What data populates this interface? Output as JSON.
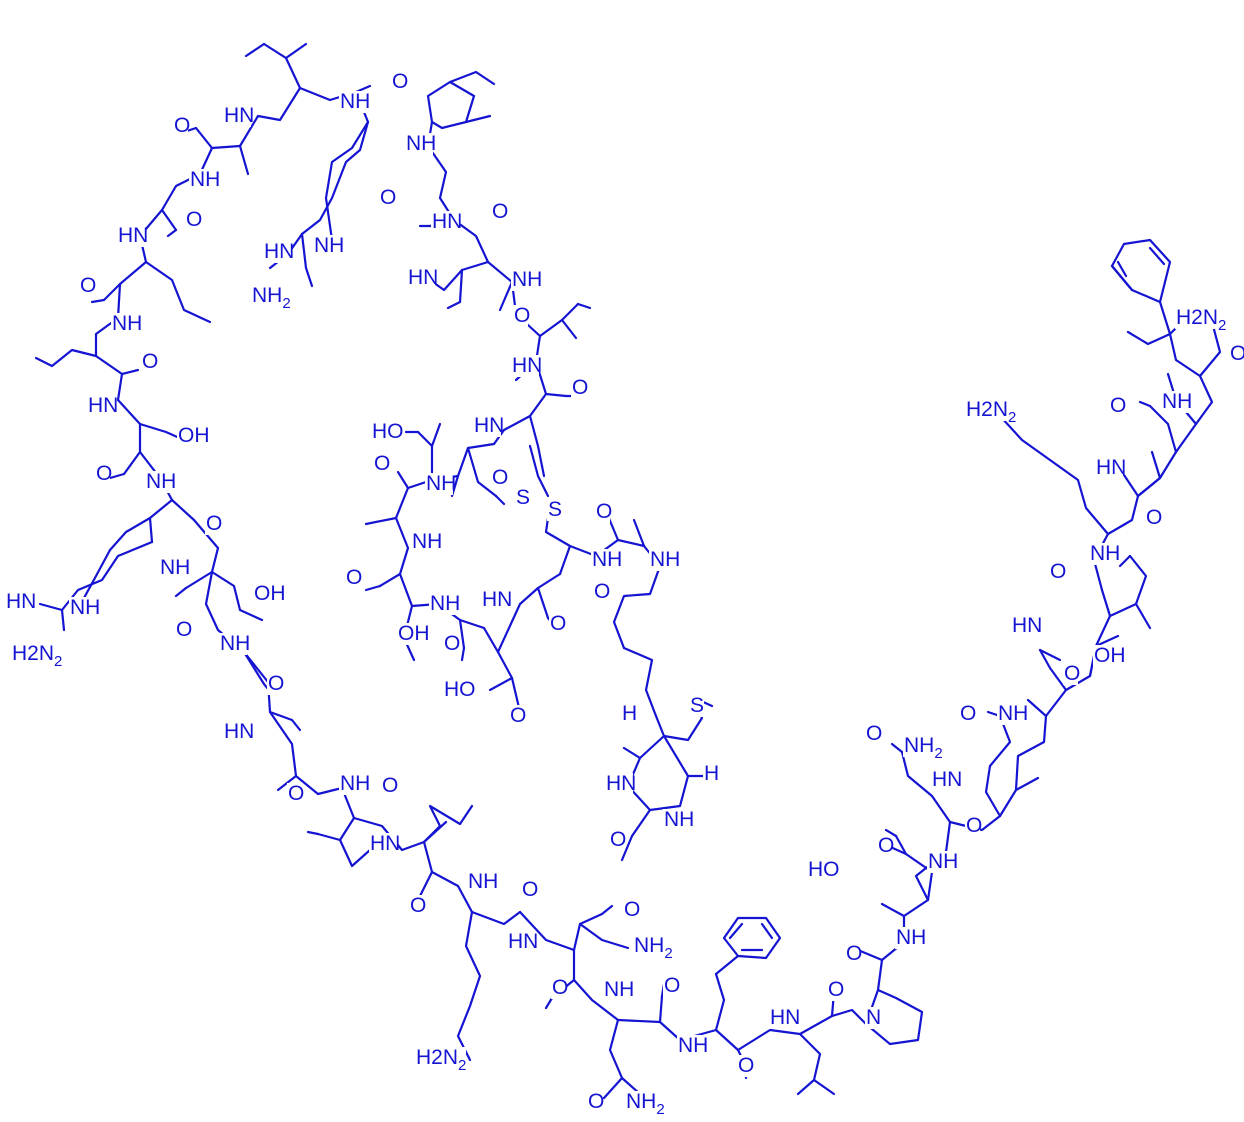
{
  "diagram": {
    "colors": {
      "ink": "#1414d2",
      "background": "#ffffff"
    },
    "labels": {
      "nh": "NH",
      "hn": "HN",
      "o": "O",
      "n": "N",
      "s": "S",
      "oh": "OH",
      "ho": "HO",
      "h": "H",
      "hooc": "HO",
      "nh2": "NH2",
      "h2n": "H2N"
    },
    "amide_count": 42
  }
}
